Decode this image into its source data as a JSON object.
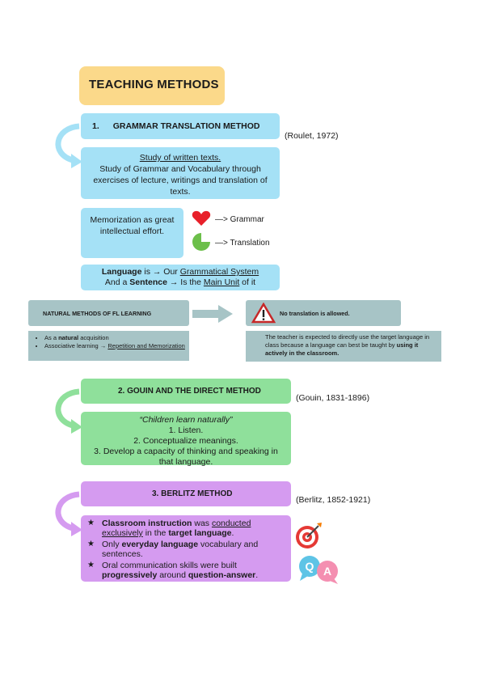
{
  "title": "TEACHING METHODS",
  "gtm": {
    "heading_num": "1.",
    "heading": "GRAMMAR TRANSLATION METHOD",
    "citation": "(Roulet, 1972)",
    "desc_line1": "Study of written texts.",
    "desc_line2": "Study of Grammar and Vocabulary through exercises of lecture, writings and translation of texts.",
    "memorization": "Memorization as great intellectual effort.",
    "legend": [
      {
        "icon": "heart-icon",
        "color": "#e8202a",
        "label": "—> Grammar"
      },
      {
        "icon": "pie-icon",
        "color": "#6cbf4a",
        "label": "—> Translation"
      }
    ],
    "lang_line": {
      "a": "Language",
      "b": " is → Our ",
      "c": "Grammatical System",
      "d": "And a ",
      "e": "Sentence",
      "f": " → Is the ",
      "g": "Main Unit",
      "h": " of it"
    }
  },
  "natural": {
    "heading": "NATURAL METHODS OF FL LEARNING",
    "item1_pre": "As a ",
    "item1_bold": "natural",
    "item1_post": " acquisition",
    "item2_pre": "Associative learning → ",
    "item2_u": "Repetition and Memorization"
  },
  "no_translation": {
    "heading": "No translation is allowed.",
    "desc_pre": "The teacher is expected to directly use the target language in class because a language can best be taught by ",
    "desc_bold": "using it actively in the classroom."
  },
  "gouin": {
    "heading": "2. GOUIN AND THE DIRECT METHOD",
    "citation": "(Gouin, 1831-1896)",
    "quote": "“Children learn naturally”",
    "items": [
      "1.    Listen.",
      "2.    Conceptualize meanings.",
      "3.    Develop a capacity of thinking and speaking in that language."
    ]
  },
  "berlitz": {
    "heading": "3. BERLITZ METHOD",
    "citation": "(Berlitz, 1852-1921)",
    "i1_b1": "Classroom instruction",
    "i1_t1": " was ",
    "i1_u1": "conducted exclusively",
    "i1_t2": " in the ",
    "i1_b2": "target language",
    "i1_t3": ".",
    "i2_t1": "Only ",
    "i2_b1": "everyday language",
    "i2_t2": " vocabulary and sentences.",
    "i3_t1": "Oral communication skills were built ",
    "i3_b1": "progressively",
    "i3_t2": " around ",
    "i3_b2": "question-answer",
    "i3_t3": ".",
    "qa_q": "Q",
    "qa_a": "A"
  },
  "colors": {
    "yellow": "#fbd98a",
    "blue": "#a5e1f6",
    "teal": "#a7c4c6",
    "green": "#8fe09b",
    "purple": "#d59bf0"
  }
}
